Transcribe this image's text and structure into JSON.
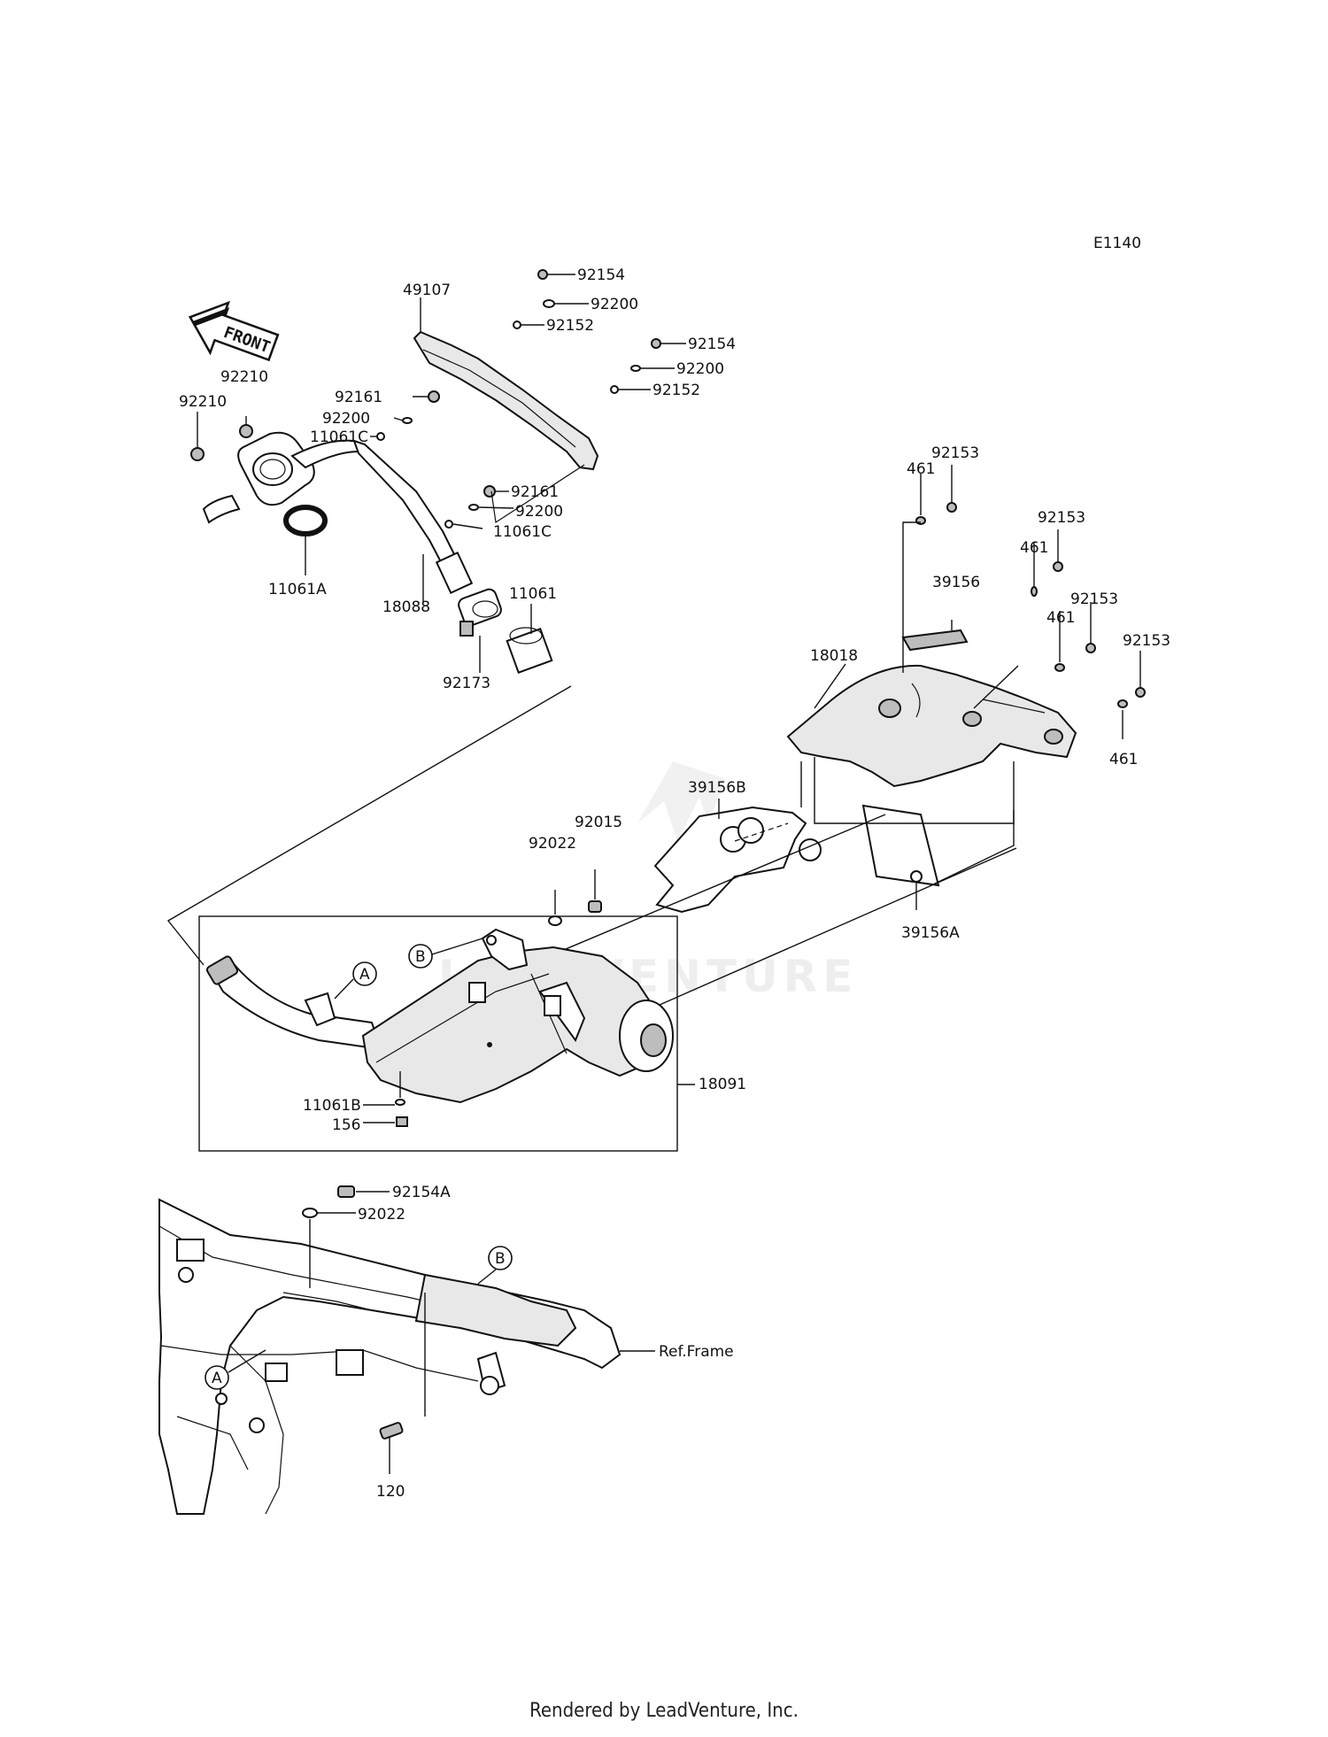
{
  "diagram_code": "E1140",
  "front_label": "FRONT",
  "watermark": "LEADVENTURE",
  "footer": "Rendered by LeadVenture, Inc.",
  "ref_frame": "Ref.Frame",
  "markers": {
    "a": "A",
    "b": "B"
  },
  "labels": {
    "p49107": "49107",
    "p92154_1": "92154",
    "p92200_1": "92200",
    "p92152_1": "92152",
    "p92154_2": "92154",
    "p92200_2": "92200",
    "p92152_2": "92152",
    "p92210_1": "92210",
    "p92210_2": "92210",
    "p92161_1": "92161",
    "p92200_3": "92200",
    "p11061C_1": "11061C",
    "p92161_2": "92161",
    "p92200_4": "92200",
    "p11061C_2": "11061C",
    "p11061A": "11061A",
    "p18088": "18088",
    "p11061": "11061",
    "p92173": "92173",
    "p92153_1": "92153",
    "p461_1": "461",
    "p92153_2": "92153",
    "p461_2": "461",
    "p39156": "39156",
    "p92153_3": "92153",
    "p461_3": "461",
    "p92153_4": "92153",
    "p18018": "18018",
    "p461_4": "461",
    "p39156B": "39156B",
    "p92015": "92015",
    "p92022_1": "92022",
    "p39156A": "39156A",
    "p18091": "18091",
    "p11061B": "11061B",
    "p156": "156",
    "p92154A": "92154A",
    "p92022_2": "92022",
    "p120": "120"
  }
}
